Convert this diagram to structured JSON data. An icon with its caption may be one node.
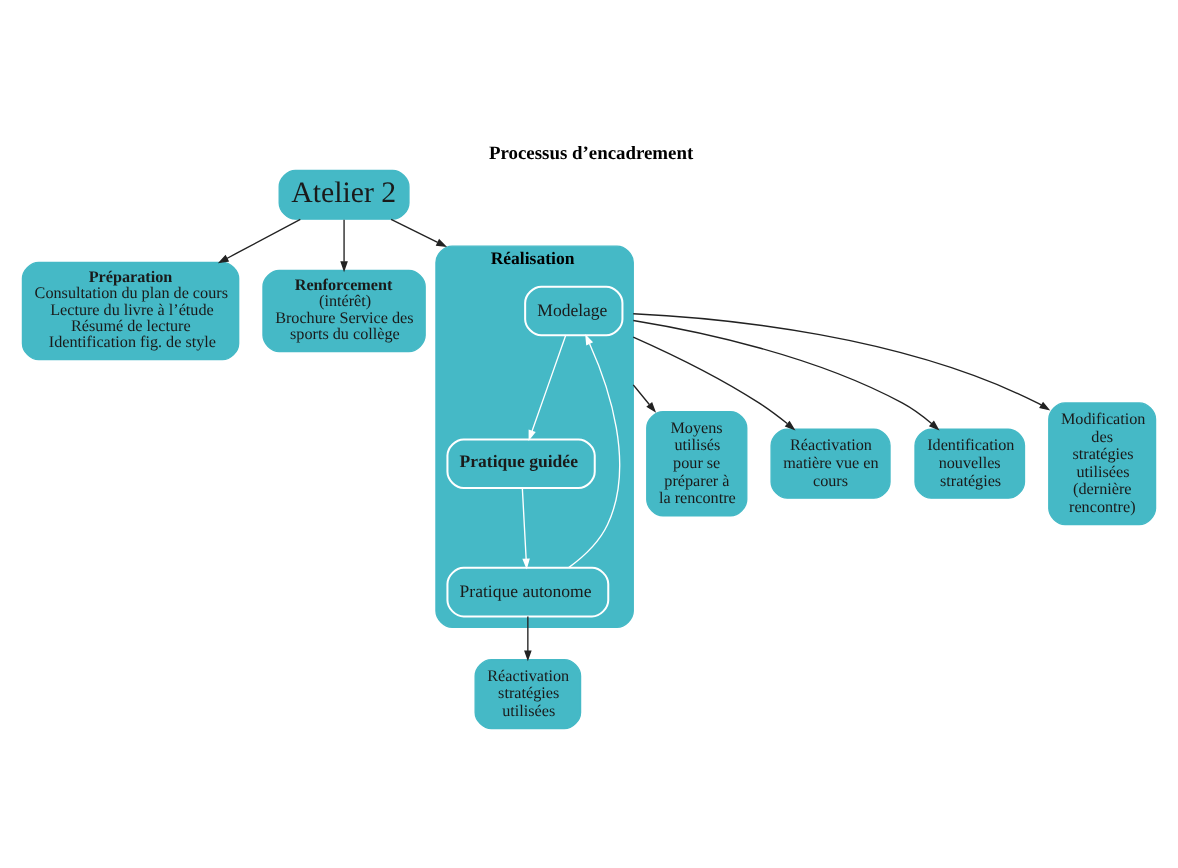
{
  "diagram": {
    "title": "Processus d’encadrement",
    "nodes": [
      {
        "text": [
          "Atelier 2"
        ]
      },
      {
        "text": [
          "Préparation",
          "Consultation du plan de cours",
          "Lecture du livre à l’étude",
          "Résumé de lecture",
          "Identification fig. de style"
        ]
      },
      {
        "text": [
          "Renforcement",
          "(intérêt)",
          "Brochure Service des sports du collège"
        ]
      },
      {
        "text": [
          "Réalisation"
        ]
      },
      {
        "text": [
          "Modelage"
        ],
        "in": 3
      },
      {
        "text": [
          "Pratique autonome"
        ],
        "in": 3
      },
      {
        "text": [
          "Pratique guidée"
        ],
        "in": 3
      },
      {
        "text": [
          "Moyens utilisés pour se préparer à la rencontre"
        ]
      },
      {
        "text": [
          "Réactivation stratégies utilisées"
        ]
      },
      {
        "text": [
          "Réactivation matière vue en cours"
        ]
      },
      {
        "text": [
          "Identification nouvelles stratégies"
        ]
      },
      {
        "text": [
          "Modification des stratégies utilisées (dernière rencontre)"
        ]
      }
    ],
    "edges": [
      {
        "from": 0,
        "to": 1,
        "arrow": "to"
      },
      {
        "from": 0,
        "to": 2,
        "arrow": "to"
      },
      {
        "from": 0,
        "to": 3,
        "arrow": "to"
      },
      {
        "from": 4,
        "to": 6,
        "arrow": "to",
        "color": "#ffffff"
      },
      {
        "from": 6,
        "to": 5,
        "arrow": "to",
        "color": "#ffffff"
      },
      {
        "from": 5,
        "to": 4,
        "arrow": "to",
        "color": "#ffffff"
      },
      {
        "from": 3,
        "to": 7,
        "arrow": "to"
      },
      {
        "from": 5,
        "to": 8,
        "arrow": "to"
      },
      {
        "from": 3,
        "to": 9,
        "arrow": "to"
      },
      {
        "from": 3,
        "to": 10,
        "arrow": "to"
      },
      {
        "from": 3,
        "to": 11,
        "arrow": "to"
      }
    ]
  }
}
